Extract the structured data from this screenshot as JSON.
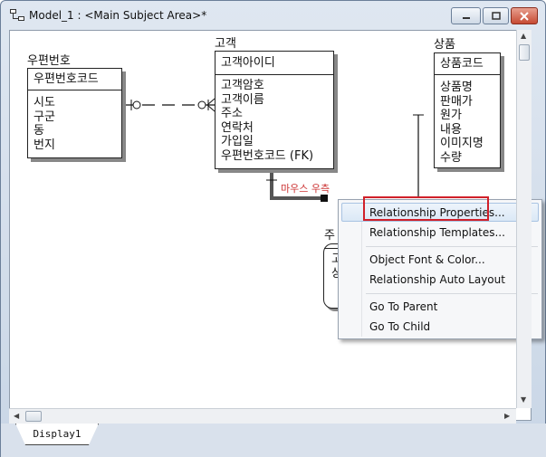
{
  "window": {
    "title": "Model_1 : <Main Subject Area>*"
  },
  "entities": {
    "zipcode": {
      "name": "우편번호",
      "key": "우편번호코드",
      "attributes": [
        "시도",
        "구군",
        "동",
        "번지"
      ]
    },
    "customer": {
      "name": "고객",
      "key": "고객아이디",
      "attributes": [
        "고객암호",
        "고객이름",
        "주소",
        "연락처",
        "가입일",
        "우편번호코드 (FK)"
      ]
    },
    "product": {
      "name": "상품",
      "key": "상품코드",
      "attributes": [
        "상품명",
        "판매가",
        "원가",
        "내용",
        "이미지명",
        "수량"
      ]
    },
    "order_partial": {
      "name": "주",
      "rows": [
        "고",
        "상"
      ]
    }
  },
  "annotation": {
    "text": "마우스 우측"
  },
  "context_menu": {
    "items": [
      "Relationship Properties...",
      "Relationship Templates...",
      "Object Font & Color...",
      "Relationship Auto Layout",
      "Go To Parent",
      "Go To Child"
    ],
    "highlighted_index": 0,
    "callout_color": "#d0202a"
  },
  "tabs": [
    "Display1"
  ],
  "colors": {
    "highlight": "#dbe8f6",
    "annotation": "#cc3333"
  }
}
